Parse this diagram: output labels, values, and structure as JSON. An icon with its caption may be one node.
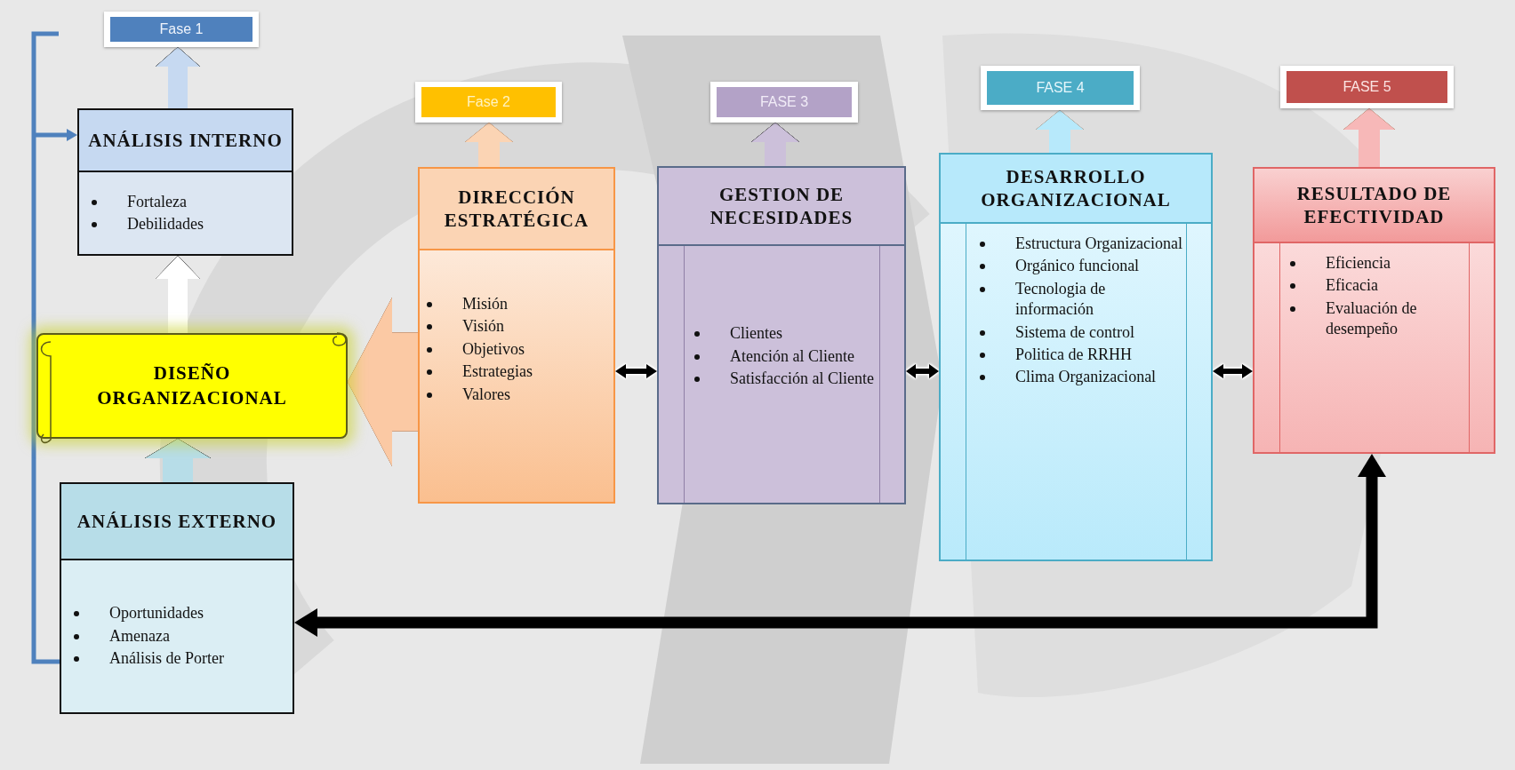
{
  "diagram": {
    "nodes": [
      {
        "text": [
          "Fase 1"
        ]
      },
      {
        "text": [
          "ANÁLISIS INTERNO",
          "Fortaleza",
          "Debilidades"
        ]
      },
      {
        "text": [
          "DISEÑO ORGANIZACIONAL"
        ]
      },
      {
        "text": [
          "ANÁLISIS EXTERNO",
          "Oportunidades",
          "Amenaza",
          "Análisis de Porter"
        ]
      },
      {
        "text": [
          "Fase 2"
        ]
      },
      {
        "text": [
          "DIRECCIÓN ESTRATÉGICA",
          "Misión",
          "Visión",
          "Objetivos",
          "Estrategias",
          "Valores"
        ]
      },
      {
        "text": [
          "FASE 3"
        ]
      },
      {
        "text": [
          "GESTION DE NECESIDADES",
          "Clientes",
          "Atención al Cliente",
          "Satisfacción al Cliente"
        ]
      },
      {
        "text": [
          "FASE 4"
        ]
      },
      {
        "text": [
          "DESARROLLO ORGANIZACIONAL",
          "Estructura Organizacional",
          "Orgánico funcional",
          "Tecnologia de información",
          "Sistema de control",
          "Politica de RRHH",
          "Clima Organizacional"
        ]
      },
      {
        "text": [
          "FASE 5"
        ]
      },
      {
        "text": [
          "RESULTADO DE EFECTIVIDAD",
          "Eficiencia",
          "Eficacia",
          "Evaluación de desempeño"
        ]
      }
    ],
    "edges": [
      {
        "from": 1,
        "to": 0,
        "arrow": "to",
        "color": "#c6d9f1"
      },
      {
        "from": 2,
        "to": 1,
        "arrow": "to",
        "color": "#ffffff"
      },
      {
        "from": 3,
        "to": 2,
        "arrow": "to",
        "color": "#b7dde8"
      },
      {
        "from": 5,
        "to": 2,
        "arrow": "to",
        "style": "thick",
        "color": "#fbc9a4"
      },
      {
        "from": 5,
        "to": 4,
        "arrow": "to",
        "color": "#fbd4b4"
      },
      {
        "from": 7,
        "to": 6,
        "arrow": "to",
        "color": "#ccc0da"
      },
      {
        "from": 9,
        "to": 8,
        "arrow": "to",
        "color": "#b7e9fb"
      },
      {
        "from": 11,
        "to": 10,
        "arrow": "to",
        "color": "#f7b8b8"
      },
      {
        "from": 5,
        "to": 7,
        "arrow": "both"
      },
      {
        "from": 7,
        "to": 9,
        "arrow": "both"
      },
      {
        "from": 9,
        "to": 11,
        "arrow": "both"
      },
      {
        "from": 11,
        "to": 3,
        "arrow": "both"
      },
      {
        "from": 3,
        "to": 1,
        "arrow": "to",
        "color": "#4f81bd"
      }
    ]
  }
}
